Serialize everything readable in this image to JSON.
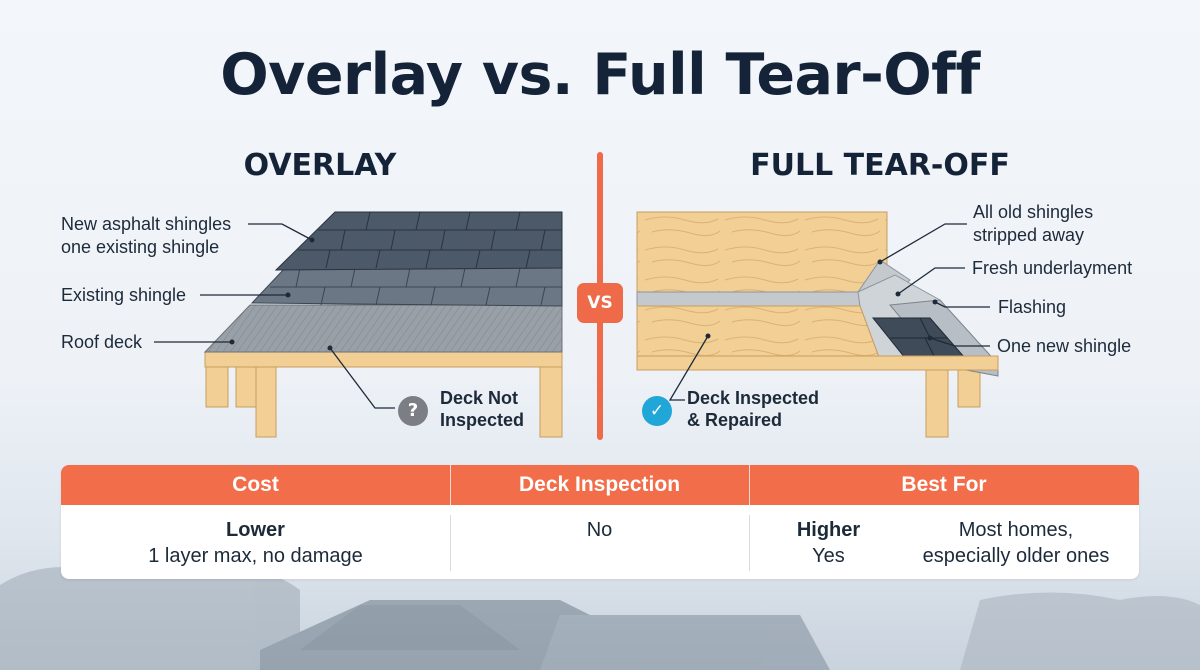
{
  "title": "Overlay vs. Full Tear-Off",
  "overlay": {
    "heading": "OVERLAY",
    "labels": {
      "new_shingles_line1": "New asphalt shingles",
      "new_shingles_line2": "one existing shingle",
      "existing": "Existing shingle",
      "deck": "Roof deck"
    },
    "badge": {
      "line1": "Deck Not",
      "line2": "Inspected",
      "icon": "question-icon",
      "color": "#7b7f85"
    }
  },
  "vs_label": "VS",
  "tearoff": {
    "heading": "FULL TEAR-OFF",
    "labels": {
      "stripped_line1": "All old shingles",
      "stripped_line2": "stripped away",
      "underlayment": "Fresh underlayment",
      "flashing": "Flashing",
      "new_shingle": "One new shingle"
    },
    "badge": {
      "line1": "Deck Inspected",
      "line2": "& Repaired",
      "icon": "check-icon",
      "color": "#21a6d8"
    }
  },
  "table": {
    "headers": [
      "Cost",
      "Deck Inspection",
      "Best For"
    ],
    "row": {
      "cost_bold": "Lower",
      "cost_text": "1 layer max, no damage",
      "deck": "No",
      "best_bold": "Higher",
      "best_sub": "Yes",
      "best_line1": "Most homes,",
      "best_line2": "especially older ones"
    }
  },
  "colors": {
    "accent": "#ee6a48",
    "navy": "#142338",
    "wood": "#f1cf95",
    "shingle": "#4c5968"
  }
}
